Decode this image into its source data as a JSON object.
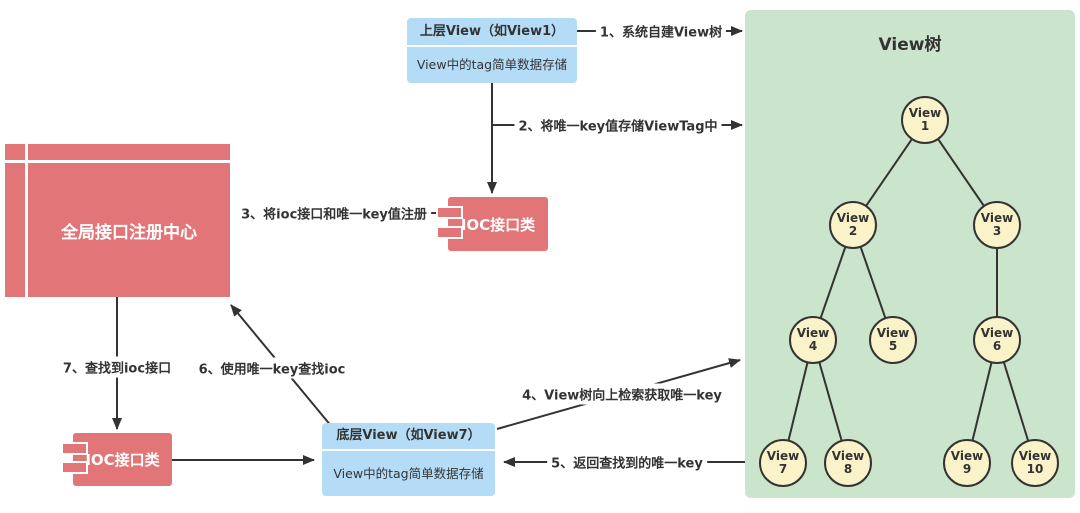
{
  "colors": {
    "box_blue": "#b5dcf7",
    "box_red": "#e17577",
    "panel_green": "#cbe4cc",
    "node_yellow": "#faf2c8",
    "line_dark": "#333333"
  },
  "boxes": {
    "top_view": {
      "title": "上层View（如View1）",
      "body": "View中的tag简单数据存储"
    },
    "bottom_view": {
      "title": "底层View（如View7）",
      "body": "View中的tag简单数据存储"
    },
    "registry": {
      "title": "全局接口注册中心"
    },
    "ioc_top": {
      "label": "IOC接口类"
    },
    "ioc_bottom": {
      "label": "IOC接口类"
    }
  },
  "steps": {
    "step1": "1、系统自建View树",
    "step2": "2、将唯一key值存储ViewTag中",
    "step3": "3、将ioc接口和唯一key值注册",
    "step4": "4、View树向上检索获取唯一key",
    "step5": "5、返回查找到的唯一key",
    "step6": "6、使用唯一key查找ioc",
    "step7": "7、查找到ioc接口"
  },
  "tree": {
    "title": "View树",
    "nodes": [
      {
        "line1": "View",
        "line2": "1"
      },
      {
        "line1": "View",
        "line2": "2"
      },
      {
        "line1": "View",
        "line2": "3"
      },
      {
        "line1": "View",
        "line2": "4"
      },
      {
        "line1": "View",
        "line2": "5"
      },
      {
        "line1": "View",
        "line2": "6"
      },
      {
        "line1": "View",
        "line2": "7"
      },
      {
        "line1": "View",
        "line2": "8"
      },
      {
        "line1": "View",
        "line2": "9"
      },
      {
        "line1": "View",
        "line2": "10"
      }
    ],
    "edges": "1-2, 1-3, 2-4, 2-5, 3-6, 4-7, 4-8, 6-9, 6-10"
  }
}
